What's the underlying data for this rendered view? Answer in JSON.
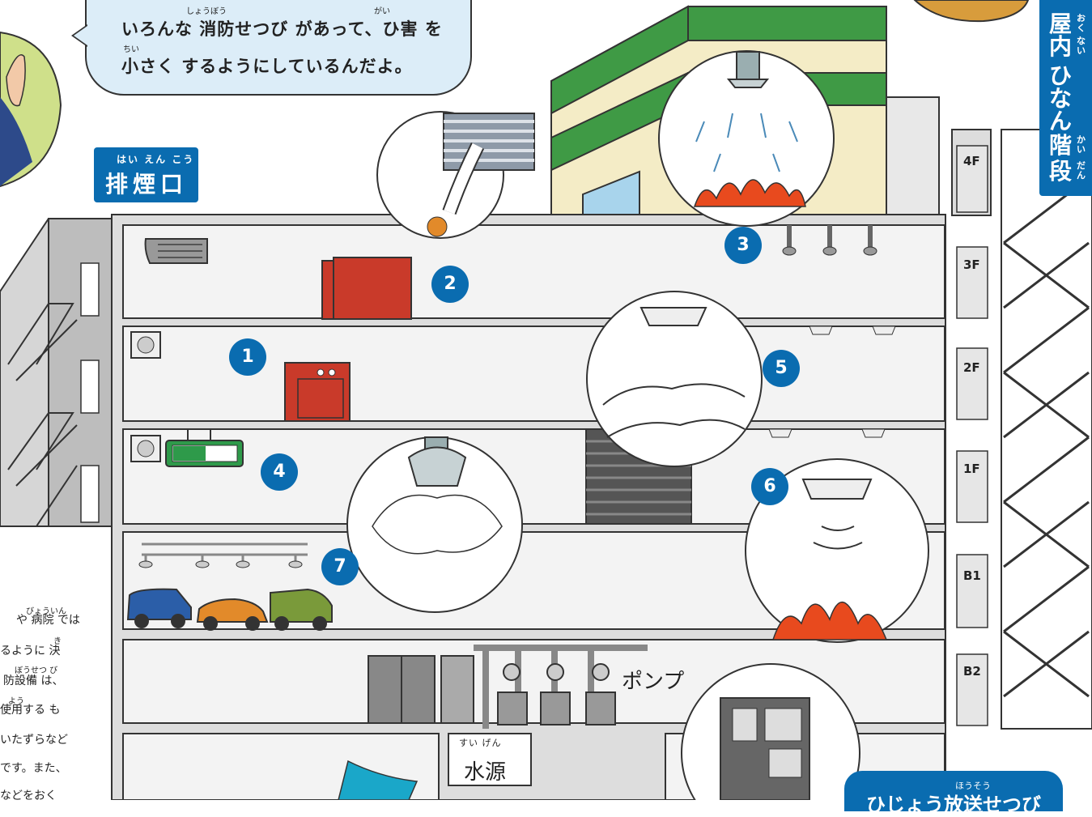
{
  "speech": {
    "line1": "いろんな 消防せつび があって、ひ害 を",
    "line2": "小さく するようにしているんだよ。",
    "ruby_shoubou": "しょうぼう",
    "ruby_gai": "がい",
    "ruby_chii": "ちい"
  },
  "labels": {
    "haienkou": "排煙口",
    "haienkou_ruby": "はい えん こう",
    "okunai_chars": [
      "屋",
      "内",
      "ひ",
      "な",
      "ん",
      "階",
      "段"
    ],
    "okunai_ruby": [
      "お",
      "く",
      "な",
      "い",
      "",
      "",
      "",
      "",
      "",
      "",
      "か",
      "い",
      "だ",
      "ん"
    ],
    "pump": "ポンプ",
    "suigen": "水源",
    "suigen_ruby": "すい げん"
  },
  "markers": [
    "1",
    "2",
    "3",
    "4",
    "5",
    "6",
    "7"
  ],
  "floors": [
    "4F",
    "3F",
    "2F",
    "1F",
    "B1",
    "B2"
  ],
  "side_note": [
    "や 病院 では",
    "るように 決",
    "防設備 は、",
    "使用する も",
    "いたずらなど",
    "です。また、",
    "などをおく"
  ],
  "side_note_ruby": [
    "びょういん",
    "き",
    "ぼうせつ び",
    "よう"
  ],
  "bottom_bubble": {
    "ruby": "ほうそう",
    "text": "ひじょう放送せつび"
  },
  "colors": {
    "accent": "#0a6cb0",
    "wall": "#f1f1f1",
    "roof_green": "#3f9a45",
    "cream": "#f4ecc6",
    "hydrant_red": "#c93a2a",
    "flame": "#e84a1e",
    "exit_green": "#2e9a4a"
  }
}
